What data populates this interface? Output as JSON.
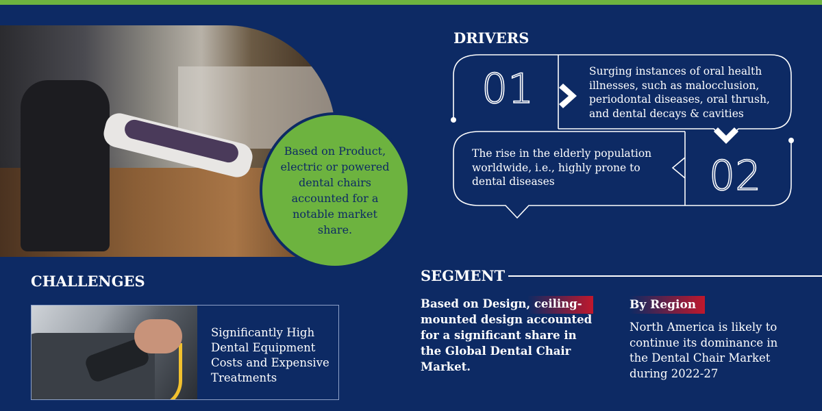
{
  "colors": {
    "background": "#0d2a64",
    "accent_green": "#6db33f",
    "accent_red": "#c0182c",
    "text": "#ffffff"
  },
  "highlight": "Based on Product, electric or powered dental chairs accounted for a notable market share.",
  "drivers": {
    "title": "DRIVERS",
    "items": [
      {
        "number": "01",
        "text": "Surging instances of oral health illnesses, such as malocclusion, periodontal diseases, oral thrush, and dental decays & cavities"
      },
      {
        "number": "02",
        "text": "The rise in the elderly population worldwide, i.e., highly prone to dental diseases"
      }
    ]
  },
  "challenges": {
    "title": "CHALLENGES",
    "text": "Significantly High Dental Equipment Costs and Expensive Treatments"
  },
  "segment": {
    "title": "SEGMENT",
    "design_text": "Based on Design, ceiling-mounted design accounted for a significant share in the Global Dental Chair Market.",
    "region_label": "By Region",
    "region_text": "North America is likely to continue its dominance in the Dental Chair Market during 2022-27"
  },
  "icons": {
    "photo_main": "dental-chair-photo",
    "photo_challenge": "ev-charger-photo",
    "arrow": "chevron-right-icon"
  }
}
